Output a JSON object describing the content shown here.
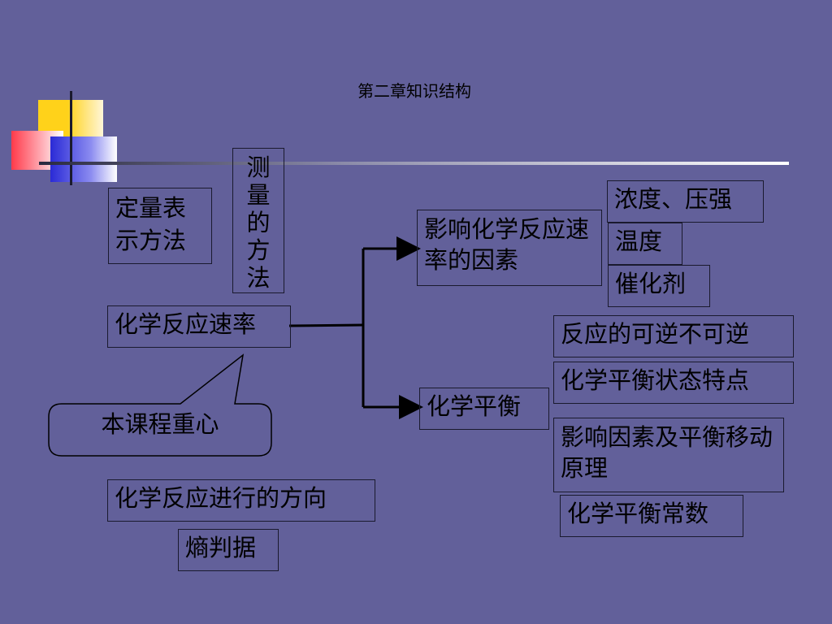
{
  "title": "第二章知识结构",
  "colors": {
    "background": "#62609a",
    "decoYellow": "#ffd21a",
    "decoRed": "#ff3a4a",
    "decoBlue": "#2a2ad6"
  },
  "nodes": {
    "quant_method": "定量表示方法",
    "measure_method": "测量的方法",
    "rate": "化学反应速率",
    "factors": "影响化学反应速率的因素",
    "concentration": "浓度、压强",
    "temperature": "温度",
    "catalyst": "催化剂",
    "equilibrium": "化学平衡",
    "reversible": "反应的可逆不可逆",
    "eq_state": "化学平衡状态特点",
    "eq_shift": "影响因素及平衡移动原理",
    "eq_constant": "化学平衡常数",
    "direction": "化学反应进行的方向",
    "entropy": "熵判据"
  },
  "callout": "本课程重心"
}
